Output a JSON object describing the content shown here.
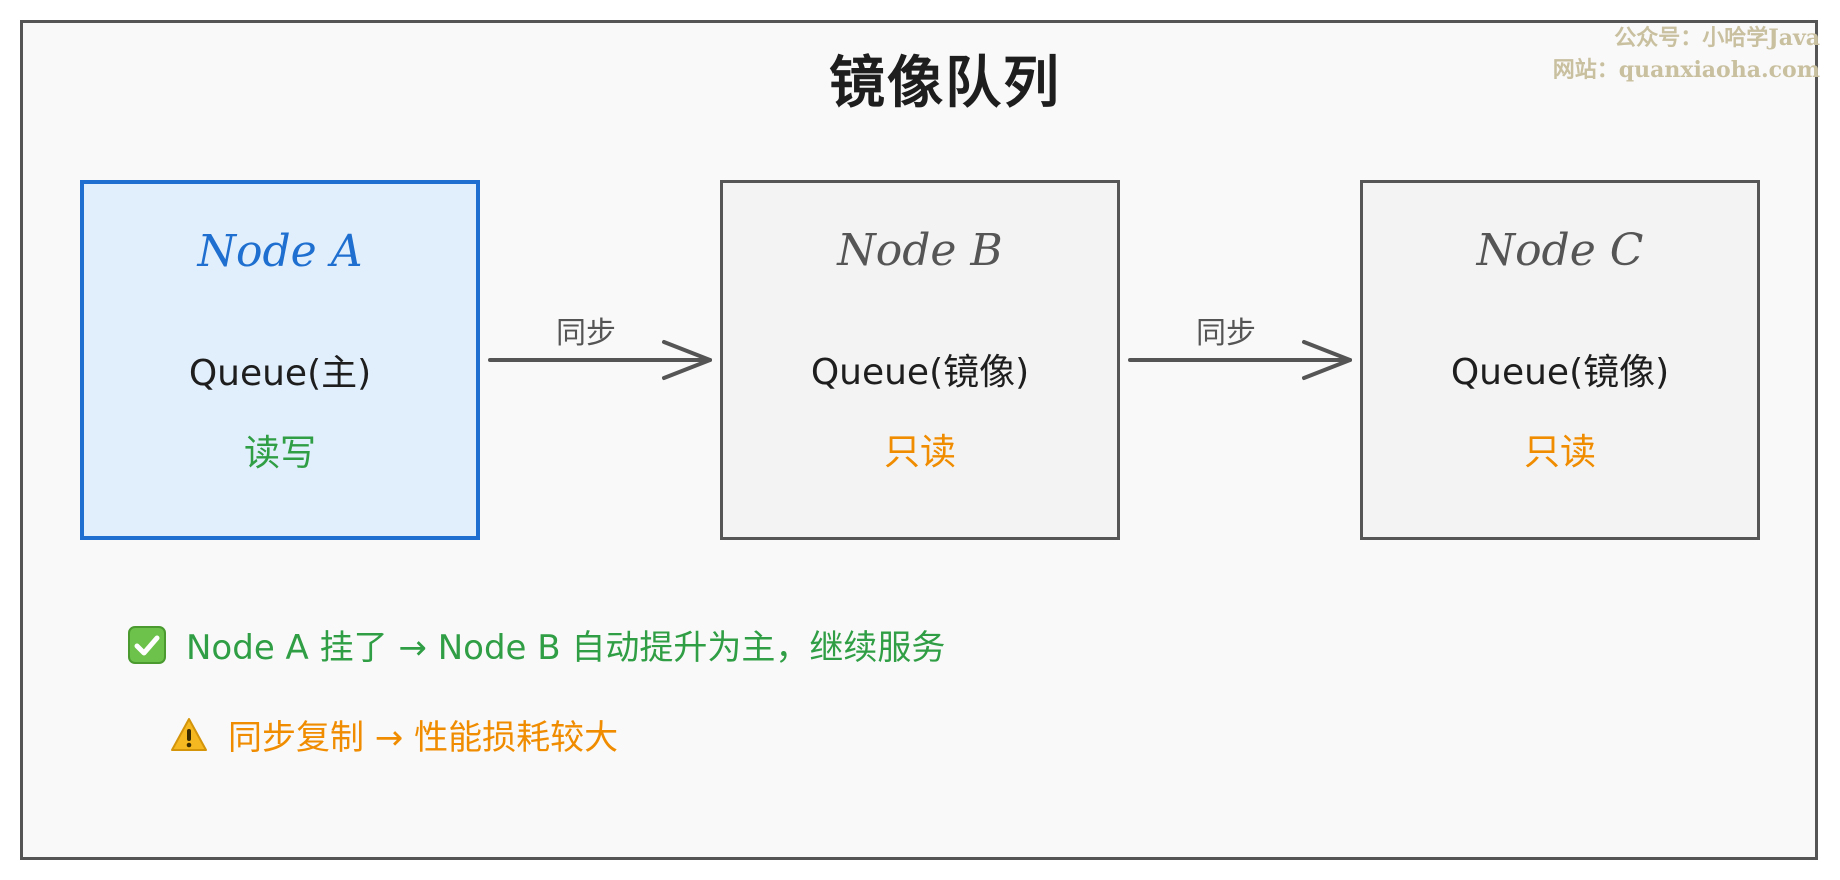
{
  "title": "镜像队列",
  "watermark": {
    "line1": "公众号：小哈学Java",
    "line2": "网站：quanxiaoha.com"
  },
  "nodes": [
    {
      "name": "Node A",
      "queue": "Queue(主)",
      "mode": "读写"
    },
    {
      "name": "Node B",
      "queue": "Queue(镜像)",
      "mode": "只读"
    },
    {
      "name": "Node C",
      "queue": "Queue(镜像)",
      "mode": "只读"
    }
  ],
  "edges": [
    {
      "from": "Node A",
      "to": "Node B",
      "label": "同步"
    },
    {
      "from": "Node B",
      "to": "Node C",
      "label": "同步"
    }
  ],
  "notes": [
    {
      "icon": "check-icon",
      "text": "Node A 挂了 → Node B 自动提升为主，继续服务",
      "color": "#2f9e44"
    },
    {
      "icon": "warning-icon",
      "text": "同步复制 → 性能损耗较大",
      "color": "#f08c00"
    }
  ],
  "colors": {
    "primary_node_fill": "#e1effc",
    "primary_node_stroke": "#1e6fcf",
    "mirror_node_fill": "#f3f3f3",
    "mirror_node_stroke": "#555555",
    "read_write": "#2f9e44",
    "read_only": "#f08c00"
  }
}
